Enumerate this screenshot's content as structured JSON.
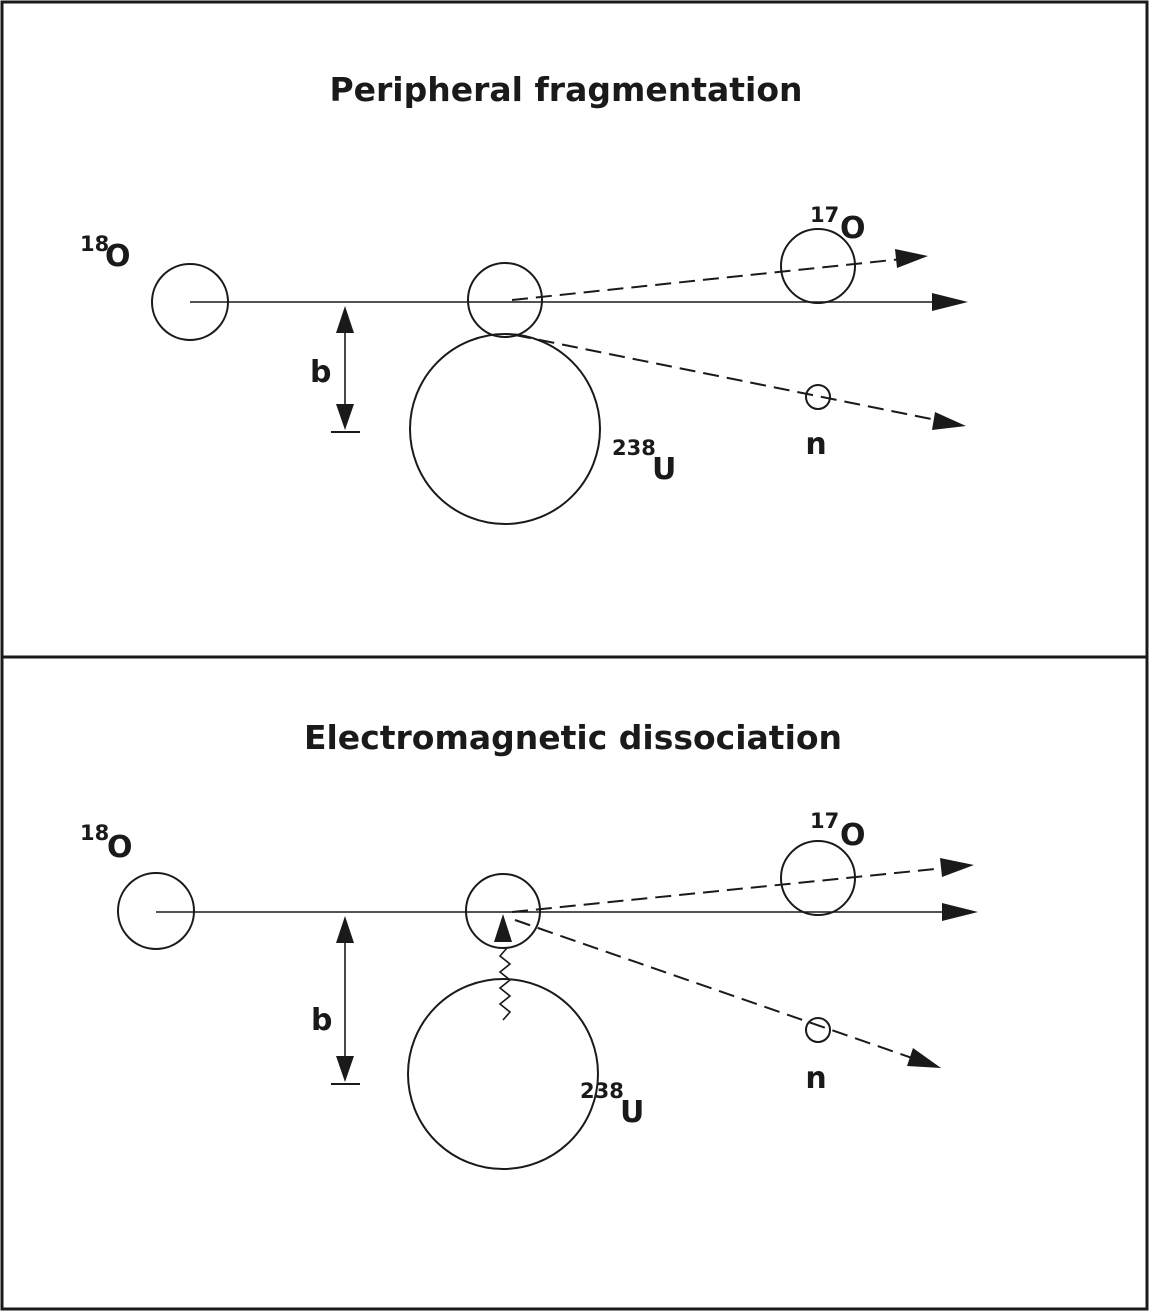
{
  "panels": [
    {
      "title": "Peripheral fragmentation",
      "projectile": {
        "mass": "18",
        "symbol": "O"
      },
      "target": {
        "mass": "238",
        "symbol": "U"
      },
      "fragment": {
        "mass": "17",
        "symbol": "O"
      },
      "neutron": "n",
      "impact": "b"
    },
    {
      "title": "Electromagnetic dissociation",
      "projectile": {
        "mass": "18",
        "symbol": "O"
      },
      "target": {
        "mass": "238",
        "symbol": "U"
      },
      "fragment": {
        "mass": "17",
        "symbol": "O"
      },
      "neutron": "n",
      "impact": "b"
    }
  ]
}
